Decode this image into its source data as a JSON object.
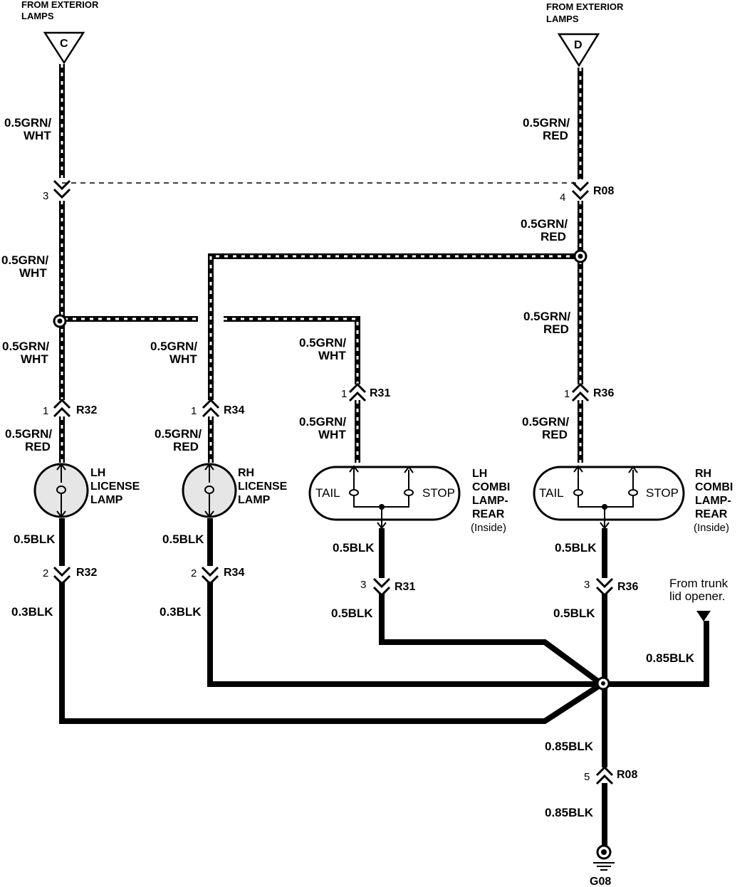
{
  "headers": {
    "left_from": "FROM EXTERIOR",
    "left_lamps": "LAMPS",
    "right_from": "FROM EXTERIOR",
    "right_lamps": "LAMPS",
    "terminal_c": "C",
    "terminal_d": "D"
  },
  "wires": {
    "grn_wht_top_l1": "0.5GRN/",
    "grn_wht_top_l2": "WHT",
    "grn_wht_mid_l1": "0.5GRN/",
    "grn_wht_mid_l2": "WHT",
    "grn_wht_low_l1": "0.5GRN/",
    "grn_wht_low_l2": "WHT",
    "grn_red_lh_l1": "0.5GRN/",
    "grn_red_lh_l2": "RED",
    "grn_wht_rh_l1": "0.5GRN/",
    "grn_wht_rh_l2": "WHT",
    "grn_red_rh_lic_l1": "0.5GRN/",
    "grn_red_rh_lic_l2": "RED",
    "grn_wht_r31a_l1": "0.5GRN/",
    "grn_wht_r31a_l2": "WHT",
    "grn_wht_r31b_l1": "0.5GRN/",
    "grn_wht_r31b_l2": "WHT",
    "grn_red_top_l1": "0.5GRN/",
    "grn_red_top_l2": "RED",
    "grn_red_mid_l1": "0.5GRN/",
    "grn_red_mid_l2": "RED",
    "grn_red_mid2_l1": "0.5GRN/",
    "grn_red_mid2_l2": "RED",
    "grn_red_low_l1": "0.5GRN/",
    "grn_red_low_l2": "RED",
    "blk_lh_lic": "0.5BLK",
    "blk_rh_lic": "0.5BLK",
    "blk_lh_combi": "0.5BLK",
    "blk_rh_combi": "0.5BLK",
    "blk_03_lh": "0.3BLK",
    "blk_03_rh": "0.3BLK",
    "blk_05_r31": "0.5BLK",
    "blk_05_r36": "0.5BLK",
    "blk_085_trunk": "0.85BLK",
    "blk_085_down": "0.85BLK",
    "blk_085_ground": "0.85BLK"
  },
  "connectors": {
    "r08_top": "R08",
    "r08_top_pin": "4",
    "c3_pin": "3",
    "r32_top": "R32",
    "r32_top_pin": "1",
    "r34_top": "R34",
    "r34_top_pin": "1",
    "r31_top": "R31",
    "r31_top_pin": "1",
    "r36_top": "R36",
    "r36_top_pin": "1",
    "r32_bot": "R32",
    "r32_bot_pin": "2",
    "r34_bot": "R34",
    "r34_bot_pin": "2",
    "r31_bot": "R31",
    "r31_bot_pin": "3",
    "r36_bot": "R36",
    "r36_bot_pin": "3",
    "r08_bot": "R08",
    "r08_bot_pin": "5",
    "ground": "G08"
  },
  "components": {
    "lh_license": [
      "LH",
      "LICENSE",
      "LAMP"
    ],
    "rh_license": [
      "RH",
      "LICENSE",
      "LAMP"
    ],
    "lh_combi": [
      "LH",
      "COMBI",
      "LAMP-",
      "REAR"
    ],
    "lh_combi_note": "(Inside)",
    "rh_combi": [
      "RH",
      "COMBI",
      "LAMP-",
      "REAR"
    ],
    "rh_combi_note": "(Inside)",
    "tail": "TAIL",
    "stop": "STOP",
    "tail_r": "TAIL",
    "stop_r": "STOP"
  },
  "trunk": {
    "line1": "From trunk",
    "line2": "lid opener."
  }
}
